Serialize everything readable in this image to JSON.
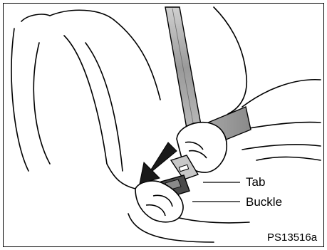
{
  "labels": {
    "tab": "Tab",
    "buckle": "Buckle"
  },
  "figure_code": "PS13516a",
  "colors": {
    "ink": "#000000",
    "belt_light": "#e2e2e2",
    "belt_dark": "#9a9a9a",
    "arrow": "#1a1a1a"
  }
}
